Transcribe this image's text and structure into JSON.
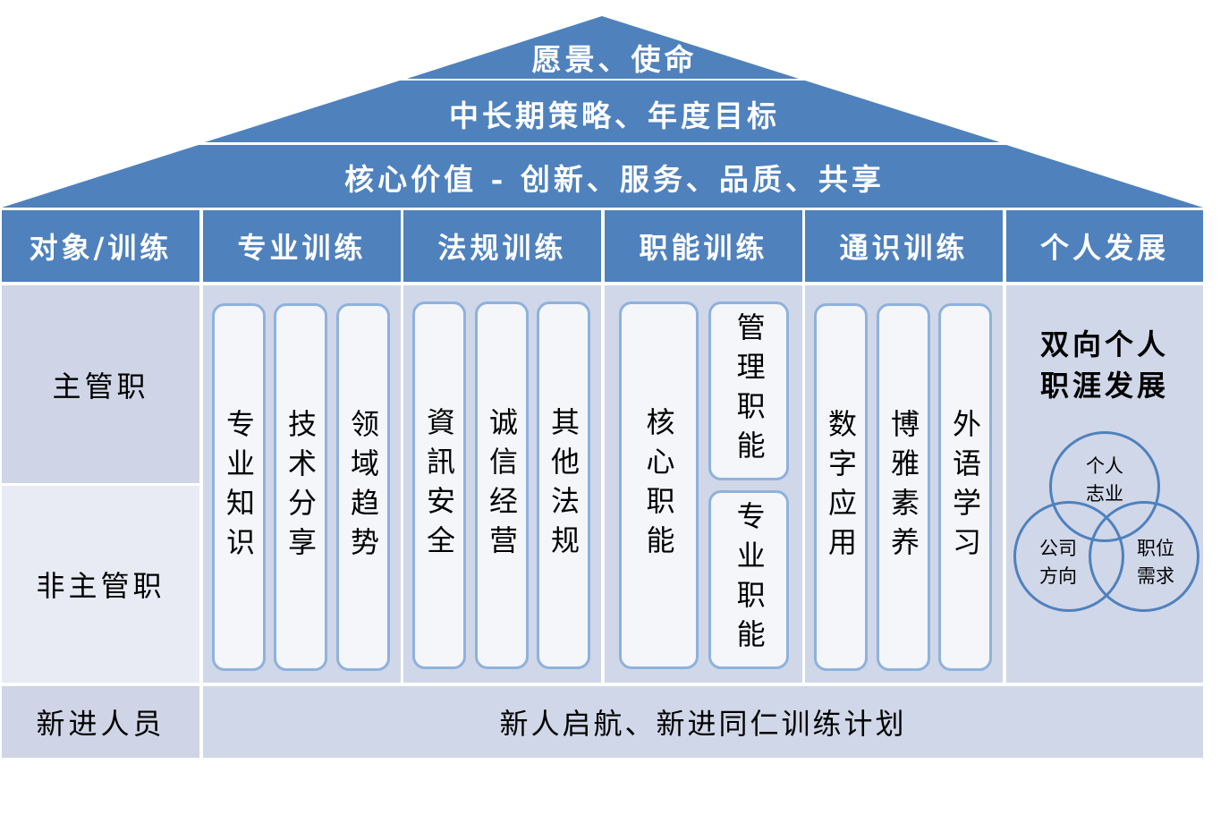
{
  "roof": {
    "tier1": "愿景、使命",
    "tier2": "中长期策略、年度目标",
    "tier3": "核心价值 - 创新、服务、品质、共享"
  },
  "header": {
    "target": "对象/训练",
    "columns": [
      "专业训练",
      "法规训练",
      "职能训练",
      "通识训练",
      "个人发展"
    ]
  },
  "rows": {
    "manager": "主管职",
    "non_manager": "非主管职",
    "newcomer": "新进人员"
  },
  "pillars": {
    "professional": [
      "专业知识",
      "技术分享",
      "领域趋势"
    ],
    "regulation": [
      "資訊安全",
      "诚信经营",
      "其他法规"
    ],
    "function": {
      "core": "核心职能",
      "management": "管理职能",
      "specialty": "专业职能"
    },
    "general": [
      "数字应用",
      "博雅素养",
      "外语学习"
    ]
  },
  "personal_development": {
    "title_line1": "双向个人",
    "title_line2": "职涯发展",
    "venn": {
      "top": [
        "个人",
        "志业"
      ],
      "left": [
        "公司",
        "方向"
      ],
      "right": [
        "职位",
        "需求"
      ]
    }
  },
  "newcomer_program": "新人启航、新进同仁训练计划",
  "colors": {
    "primary_blue": "#4f81bd",
    "light_panel": "#d0d7e8",
    "pill_border": "#8eb2dc"
  }
}
